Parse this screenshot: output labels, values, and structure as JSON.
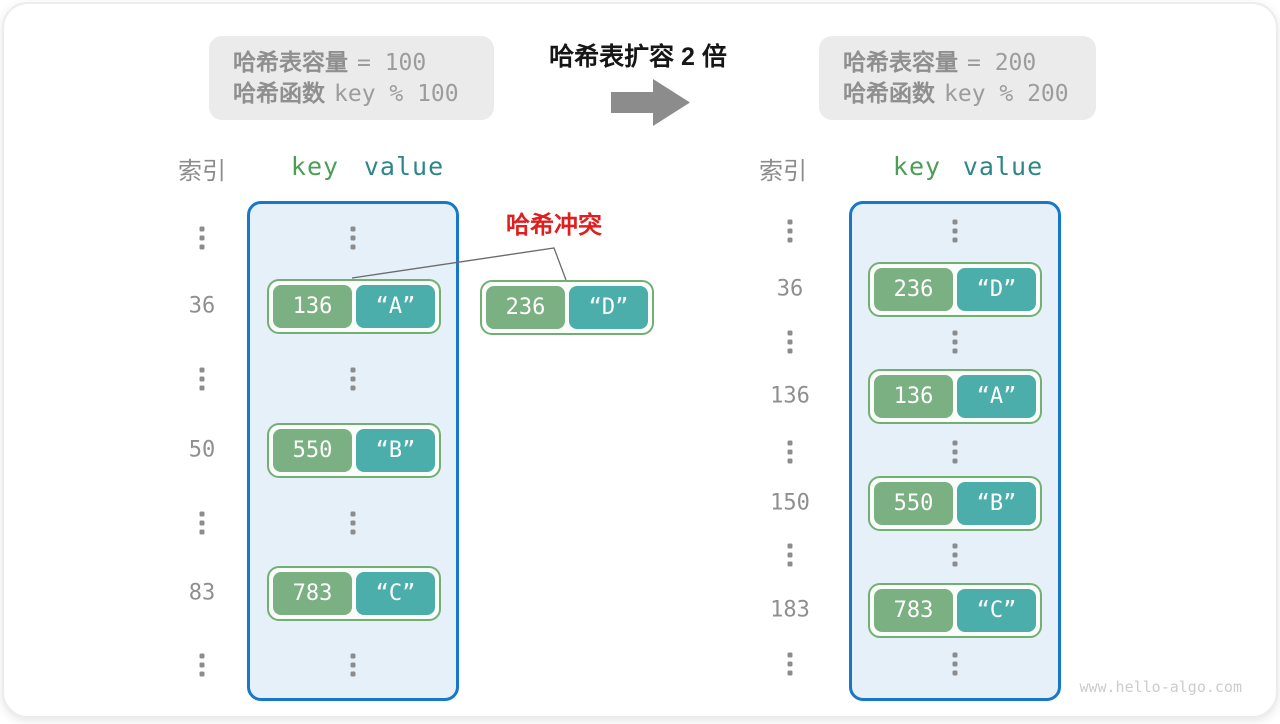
{
  "header": {
    "before_box": {
      "capacity_label": "哈希表容量",
      "capacity_value": "= 100",
      "function_label": "哈希函数",
      "function_value": "key % 100"
    },
    "expand_title": "哈希表扩容 2 倍",
    "after_box": {
      "capacity_label": "哈希表容量",
      "capacity_value": "= 200",
      "function_label": "哈希函数",
      "function_value": "key % 200"
    }
  },
  "collision": {
    "label": "哈希冲突",
    "pair": {
      "key": "236",
      "value": "“D”"
    }
  },
  "before_table": {
    "index_header": "索引",
    "key_header": "key",
    "value_header": "value",
    "rows": [
      {
        "index": "36",
        "key": "136",
        "value": "“A”"
      },
      {
        "index": "50",
        "key": "550",
        "value": "“B”"
      },
      {
        "index": "83",
        "key": "783",
        "value": "“C”"
      }
    ]
  },
  "after_table": {
    "index_header": "索引",
    "key_header": "key",
    "value_header": "value",
    "rows": [
      {
        "index": "36",
        "key": "236",
        "value": "“D”"
      },
      {
        "index": "136",
        "key": "136",
        "value": "“A”"
      },
      {
        "index": "150",
        "key": "550",
        "value": "“B”"
      },
      {
        "index": "183",
        "key": "783",
        "value": "“C”"
      }
    ]
  },
  "watermark": "www.hello-algo.com",
  "colors": {
    "key_box_green": "#7bb082",
    "value_box_teal": "#4baeab",
    "pair_border_green": "#72af75",
    "bucket_border_blue": "#1778cb",
    "bucket_bg_blue": "#e6f0f8",
    "collision_red": "#e11e1e",
    "header_key_green": "#4c9d56",
    "header_value_teal": "#2e8688",
    "muted_gray": "#8f8f8f",
    "info_box_bg": "#ebebeb",
    "arrow_gray": "#8c8c8c"
  }
}
